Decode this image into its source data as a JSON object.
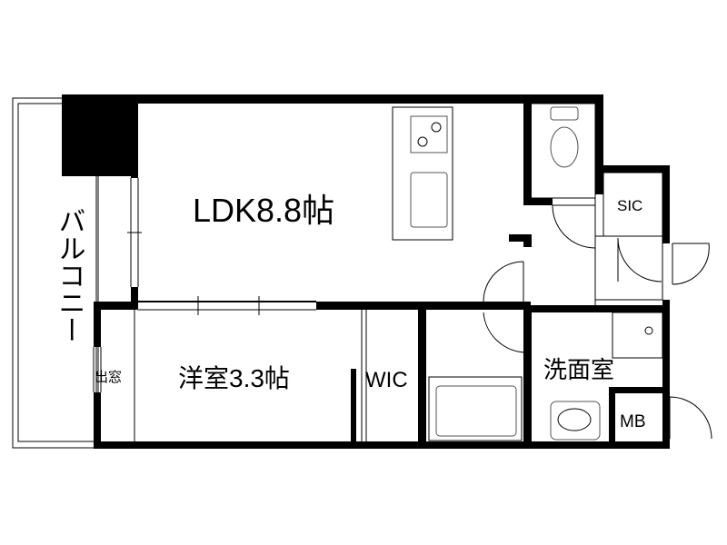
{
  "rooms": {
    "ldk": "LDK8.8帖",
    "western": "洋室3.3帖",
    "wic": "WIC",
    "washroom": "洗面室",
    "sic": "SIC",
    "mb": "MB",
    "balcony": "バルコニー",
    "bay_window": "出窓"
  }
}
